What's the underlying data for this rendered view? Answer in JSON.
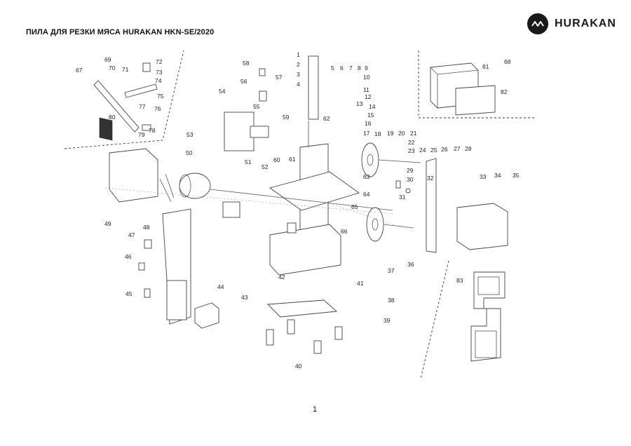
{
  "header": {
    "title": "ПИЛА ДЛЯ РЕЗКИ МЯСА HURAKAN HKN-SE/2020",
    "brand": "HURAKAN"
  },
  "page_number": "1",
  "diagram": {
    "part_numbers": [
      "1",
      "2",
      "3",
      "4",
      "5",
      "6",
      "7",
      "8",
      "9",
      "10",
      "11",
      "12",
      "13",
      "14",
      "15",
      "16",
      "17",
      "18",
      "19",
      "20",
      "21",
      "22",
      "23",
      "24",
      "25",
      "26",
      "27",
      "28",
      "29",
      "30",
      "31",
      "32",
      "33",
      "34",
      "35",
      "36",
      "37",
      "38",
      "39",
      "40",
      "41",
      "42",
      "43",
      "44",
      "45",
      "46",
      "47",
      "48",
      "49",
      "50",
      "51",
      "52",
      "53",
      "54",
      "55",
      "56",
      "57",
      "58",
      "59",
      "60",
      "61",
      "62",
      "63",
      "64",
      "65",
      "66",
      "67",
      "68",
      "69",
      "70",
      "71",
      "72",
      "73",
      "74",
      "75",
      "76",
      "77",
      "78",
      "79",
      "80",
      "81",
      "82",
      "83"
    ]
  }
}
